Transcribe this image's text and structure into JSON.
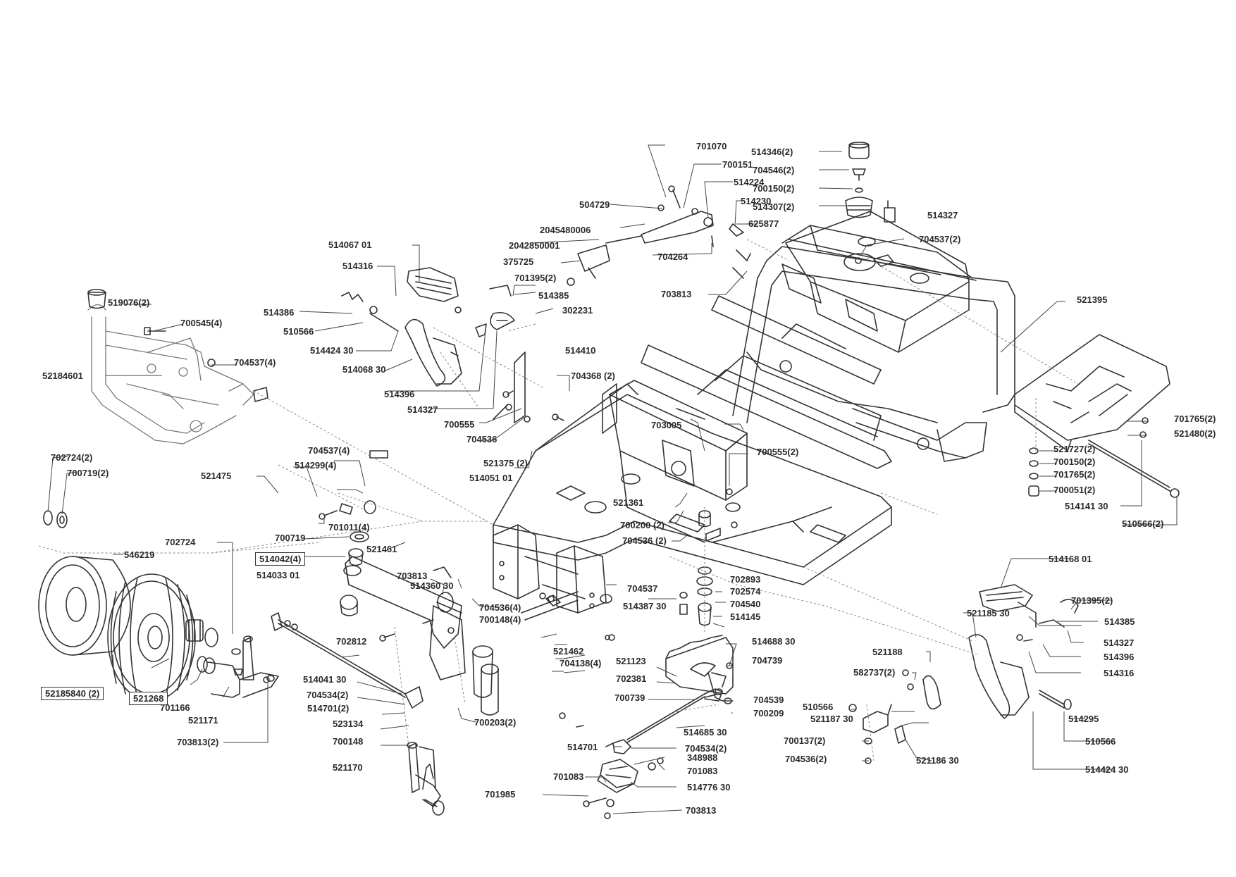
{
  "diagram": {
    "parts": [
      "701070",
      "700151",
      "514224",
      "514230",
      "625877",
      "504729",
      "2045480006",
      "2042850001",
      "375725",
      "704264",
      "514346(2)",
      "704546(2)",
      "700150(2)",
      "514307(2)",
      "514327",
      "704537(2)",
      "703813",
      "514067 01",
      "514316",
      "514386",
      "510566",
      "514424 30",
      "514068 30",
      "514396",
      "514327",
      "701395(2)",
      "514385",
      "302231",
      "514410",
      "704368 (2)",
      "700555",
      "704536",
      "519076(2)",
      "700545(4)",
      "704537(4)",
      "52184601",
      "521395",
      "701765(2)",
      "521480(2)",
      "521727(2)",
      "700150(2)",
      "701765(2)",
      "700051(2)",
      "514141 30",
      "510566(2)",
      "703005",
      "700555(2)",
      "521375 (2)",
      "514051 01",
      "521361",
      "700200 (2)",
      "704536 (2)",
      "702724(2)",
      "700719(2)",
      "521475",
      "704537(4)",
      "514299(4)",
      "701011(4)",
      "700719",
      "702724",
      "546219",
      "514042(4)",
      "514033 01",
      "521461",
      "703813",
      "514360 30",
      "704536(4)",
      "700148(4)",
      "521462",
      "704138(4)",
      "702812",
      "52185840 (2)",
      "521268",
      "701166",
      "521171",
      "703813(2)",
      "514041 30",
      "704534(2)",
      "514701(2)",
      "523134",
      "700148",
      "521170",
      "700203(2)",
      "704537",
      "514387 30",
      "702893",
      "702574",
      "704540",
      "514145",
      "514688 30",
      "704739",
      "521123",
      "702381",
      "700739",
      "704539",
      "700209",
      "514685 30",
      "514701",
      "704534(2)",
      "348988",
      "701083",
      "701083",
      "514776 30",
      "701985",
      "703813",
      "514168 01",
      "701395(2)",
      "521185 30",
      "514385",
      "514327",
      "521188",
      "514396",
      "514316",
      "582737(2)",
      "510566",
      "521187 30",
      "514295",
      "700137(2)",
      "704536(2)",
      "521186 30",
      "510566",
      "514424 30"
    ]
  }
}
